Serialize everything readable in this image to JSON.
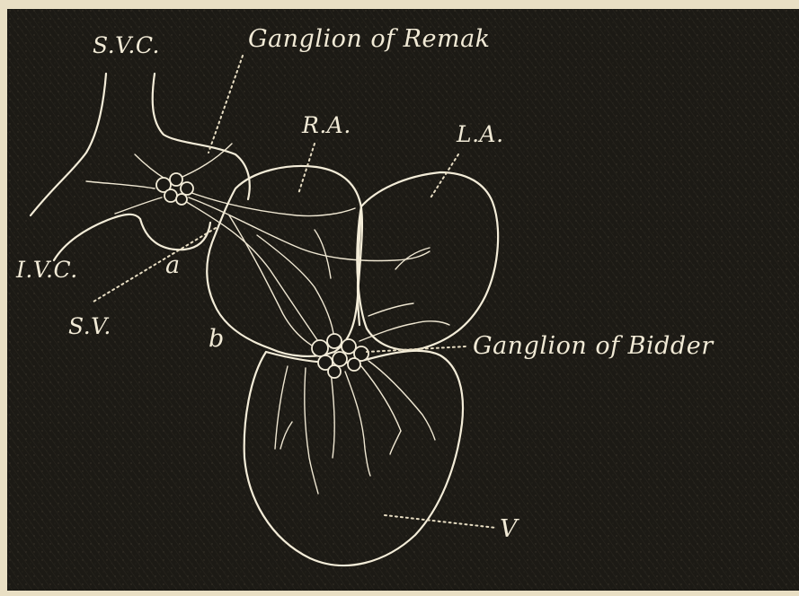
{
  "labels": {
    "svc": "S.V.C.",
    "ganglion_remak": "Ganglion of Remak",
    "ra": "R.A.",
    "la": "L.A.",
    "ivc": "I.V.C.",
    "a": "a",
    "sv": "S.V.",
    "b": "b",
    "ganglion_bidder": "Ganglion of Bidder",
    "v": "V"
  },
  "colors": {
    "background": "#1c1a15",
    "paper": "#e9dfc4",
    "line": "#f3ecd8"
  }
}
